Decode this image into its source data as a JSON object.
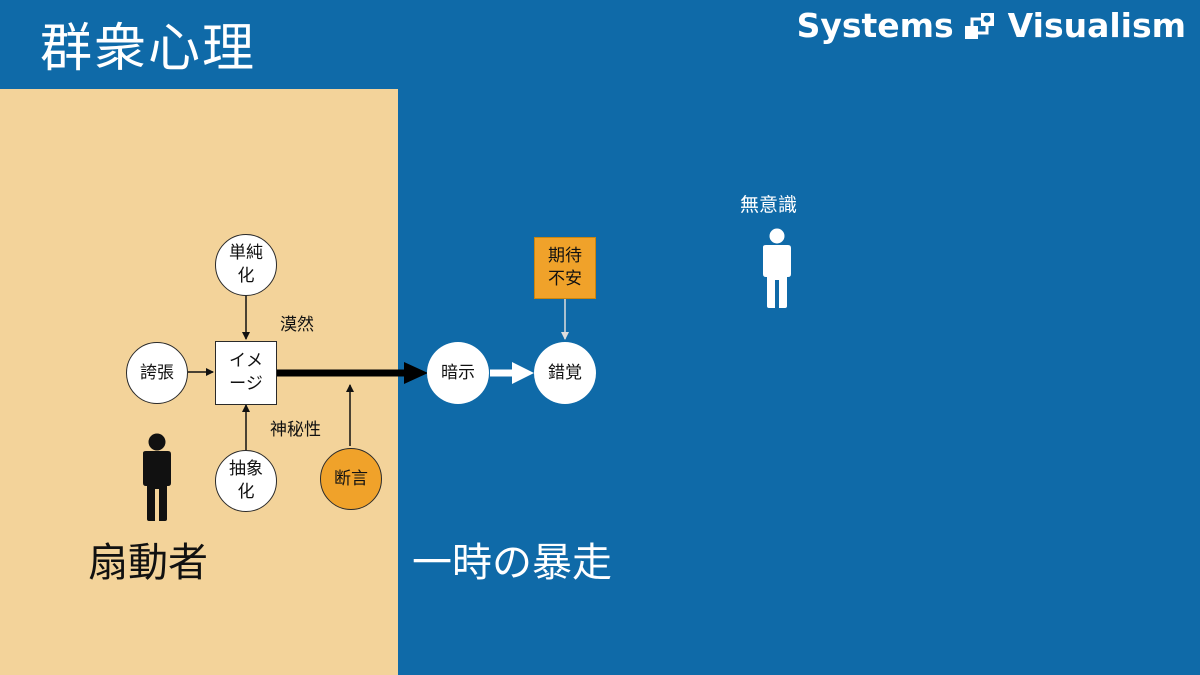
{
  "header": {
    "title": "群衆心理",
    "brand_left": "Systems",
    "brand_right": "Visualism",
    "brand_icon": "systems-visualism-logo-icon"
  },
  "colors": {
    "background_blue": "#0f6aa8",
    "left_panel": "#f3d39a",
    "accent_orange": "#f0a22a"
  },
  "nodes": {
    "simplification": "単純\n化",
    "exaggeration": "誇張",
    "image": "イメ\nージ",
    "abstraction": "抽象\n化",
    "assertion": "断言",
    "suggestion": "暗示",
    "illusion": "錯覚",
    "expectation_anxiety": "期待\n不安"
  },
  "labels": {
    "vague": "漠然",
    "mystery": "神秘性",
    "unconscious": "無意識",
    "agitator": "扇動者",
    "rampage": "一時の暴走"
  },
  "icons": {
    "agitator_person": "person-icon",
    "crowd_person": "person-icon"
  }
}
